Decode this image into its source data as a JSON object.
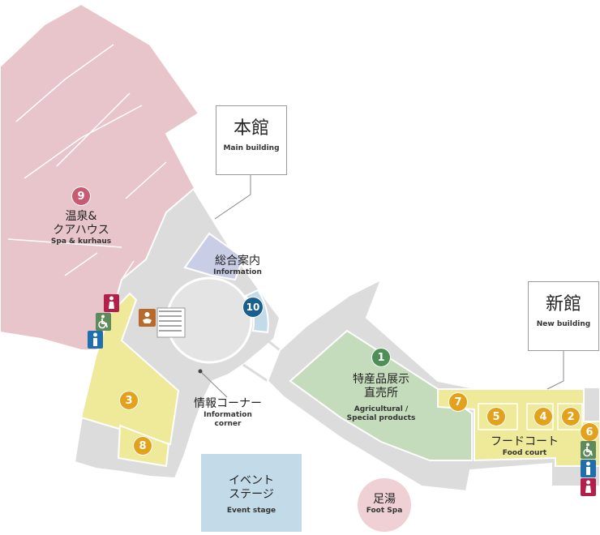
{
  "buildings": {
    "main": {
      "jp": "本館",
      "en": "Main building"
    },
    "new": {
      "jp": "新館",
      "en": "New building"
    }
  },
  "areas": {
    "spa": {
      "number": "9",
      "jp_line1": "温泉&",
      "jp_line2": "クアハウス",
      "en": "Spa & kurhaus"
    },
    "information": {
      "number": "10",
      "jp": "総合案内",
      "en": "Information"
    },
    "agricultural": {
      "number": "1",
      "jp_line1": "特産品展示",
      "jp_line2": "直売所",
      "en_line1": "Agricultural /",
      "en_line2": "Special products"
    },
    "info_corner": {
      "jp": "情報コーナー",
      "en_line1": "Information",
      "en_line2": "corner"
    },
    "food_court": {
      "jp": "フードコート",
      "en": "Food court",
      "numbers": [
        "7",
        "5",
        "4",
        "2",
        "6"
      ]
    },
    "shop3": {
      "number": "3"
    },
    "shop8": {
      "number": "8"
    },
    "event_stage": {
      "jp_line1": "イベント",
      "jp_line2": "ステージ",
      "en": "Event stage"
    },
    "foot_spa": {
      "jp": "足湯",
      "en": "Foot Spa"
    }
  },
  "icons": [
    "womens-restroom-icon",
    "accessible-restroom-icon",
    "mens-restroom-icon",
    "baby-room-icon",
    "stairs-icon"
  ],
  "colors": {
    "spa": "#e8c4cb",
    "building": "#dcdcdc",
    "agricultural": "#c5dcbc",
    "food_court": "#eeea9a",
    "information": "#c9cde6",
    "event_stage": "#c3dbe8",
    "foot_spa": "#efd0d4",
    "badge_yellow": "#e4a11b",
    "badge_green": "#4e8f58",
    "badge_pink": "#c85a73",
    "badge_blue": "#1b5f8e",
    "womens": "#b41e4b",
    "accessible": "#5f8a5b",
    "mens": "#1f6fae",
    "baby": "#b86a2c"
  }
}
